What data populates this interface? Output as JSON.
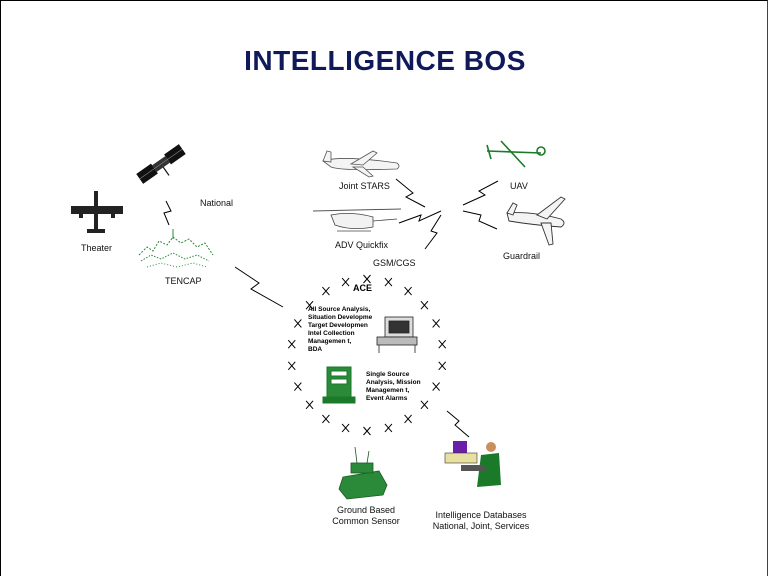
{
  "title": "INTELLIGENCE BOS",
  "labels": {
    "joint_stars": "Joint STARS",
    "uav": "UAV",
    "national": "National",
    "theater": "Theater",
    "adv_quickfix": "ADV Quickfix",
    "guardrail": "Guardrail",
    "gsm_cgs": "GSM/CGS",
    "tencap": "TENCAP",
    "ace": "ACE",
    "ground_sensor_line1": "Ground Based",
    "ground_sensor_line2": "Common Sensor",
    "intel_db_line1": "Intelligence Databases",
    "intel_db_line2": "National, Joint, Services"
  },
  "ace_text": {
    "all_source": [
      "All Source Analysis,",
      "Situation Developme",
      "Target Developmen",
      "Intel Collection",
      "Managemen t,",
      "BDA"
    ],
    "single_source": [
      "Single Source",
      "Analysis, Mission",
      "Managemen t,",
      "Event Alarms"
    ]
  },
  "colors": {
    "title": "#101a5a",
    "green": "#1a7a2a",
    "purple": "#6a1fa8",
    "black": "#000000"
  },
  "icons": [
    "satellite-icon",
    "cargo-plane-icon",
    "jstars-aircraft-icon",
    "uav-icon",
    "helicopter-icon",
    "guardrail-aircraft-icon",
    "tencap-terrain-icon",
    "workstation-icon",
    "shelter-vehicle-icon",
    "ground-sensor-vehicle-icon",
    "analyst-computer-icon"
  ]
}
